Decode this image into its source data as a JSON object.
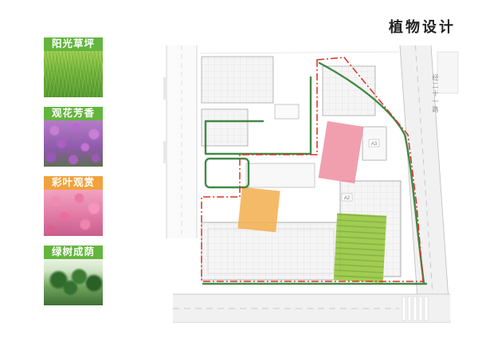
{
  "page": {
    "title": "植物设计"
  },
  "legend": {
    "items": [
      {
        "label": "阳光草坪",
        "color": "#63b53d",
        "photo": "grass"
      },
      {
        "label": "观花芳香",
        "color": "#63b53d",
        "photo": "purple-flowers"
      },
      {
        "label": "彩叶观赏",
        "color": "#f0a23b",
        "photo": "pink-blossoms"
      },
      {
        "label": "绿树成荫",
        "color": "#63b53d",
        "photo": "green-trees"
      }
    ]
  },
  "plan": {
    "road_label": "经二十一路",
    "labels": {
      "building_a2": "A2",
      "building_a3": "A3"
    },
    "colors": {
      "boundary_red": "#d93025",
      "landscape_green": "#2e7d32",
      "zone_pink": "#ee8a9c",
      "zone_orange": "#f3ae4e",
      "zone_green": "#97c83f"
    }
  }
}
